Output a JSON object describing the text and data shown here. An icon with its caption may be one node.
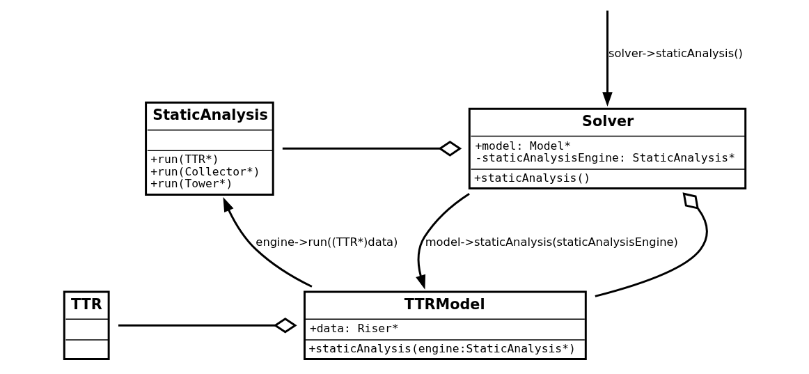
{
  "diagram": {
    "nodes": [
      {
        "text": [
          "Solver",
          "+model: Model*",
          "-staticAnalysisEngine: StaticAnalysis*",
          "+staticAnalysis()"
        ]
      },
      {
        "text": [
          "StaticAnalysis",
          "+run(TTR*)",
          "+run(Collector*)",
          "+run(Tower*)"
        ]
      },
      {
        "text": [
          "TTRModel",
          "+data: Riser*",
          "+staticAnalysis(engine:StaticAnalysis*)"
        ]
      },
      {
        "text": [
          "TTR"
        ]
      }
    ],
    "edges": [
      {
        "from": null,
        "to": 0,
        "arrow": "to",
        "label": "solver->staticAnalysis()"
      },
      {
        "from": 1,
        "to": 0,
        "arrow": "other"
      },
      {
        "from": 2,
        "to": 0,
        "arrow": "other"
      },
      {
        "from": 0,
        "to": 2,
        "arrow": "to",
        "label": "model->staticAnalysis(staticAnalysisEngine)"
      },
      {
        "from": 2,
        "to": 1,
        "arrow": "to",
        "label": "engine->run((TTR*)data)"
      },
      {
        "from": 3,
        "to": 2,
        "arrow": "other"
      }
    ]
  }
}
